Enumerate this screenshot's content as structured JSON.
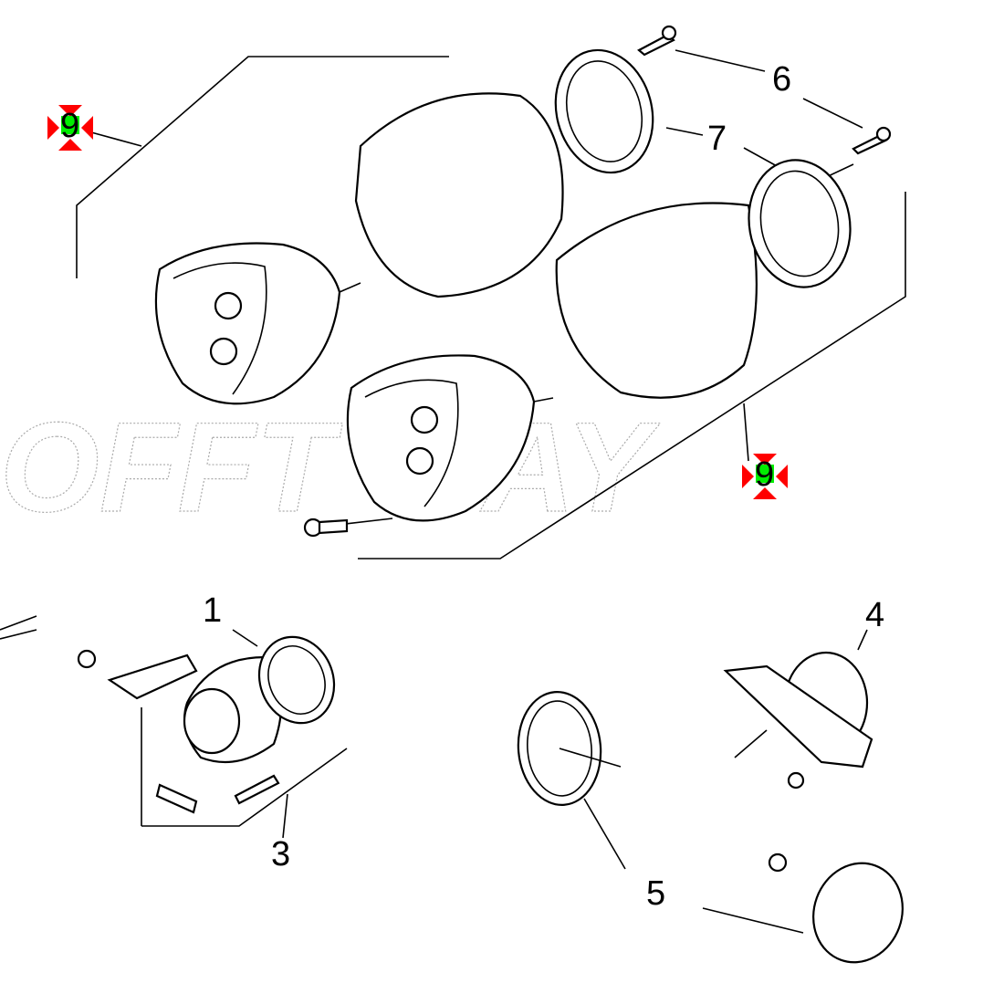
{
  "diagram": {
    "watermark": "OFFT WAY",
    "callouts": [
      {
        "id": "9a",
        "label": "9",
        "highlight": "#00ee00",
        "marker": "red-arrows"
      },
      {
        "id": "6",
        "label": "6",
        "highlight": "#ffff00"
      },
      {
        "id": "7",
        "label": "7",
        "highlight": "#ffff00"
      },
      {
        "id": "1",
        "label": "1",
        "highlight": "#00dddd"
      },
      {
        "id": "4",
        "label": "4",
        "highlight": "#00ee00"
      },
      {
        "id": "3",
        "label": "3",
        "highlight": "#ffff00"
      },
      {
        "id": "5",
        "label": "5",
        "highlight": "#00ee00"
      },
      {
        "id": "9b",
        "label": "9",
        "highlight": "#00ee00",
        "marker": "red-arrows"
      }
    ]
  }
}
